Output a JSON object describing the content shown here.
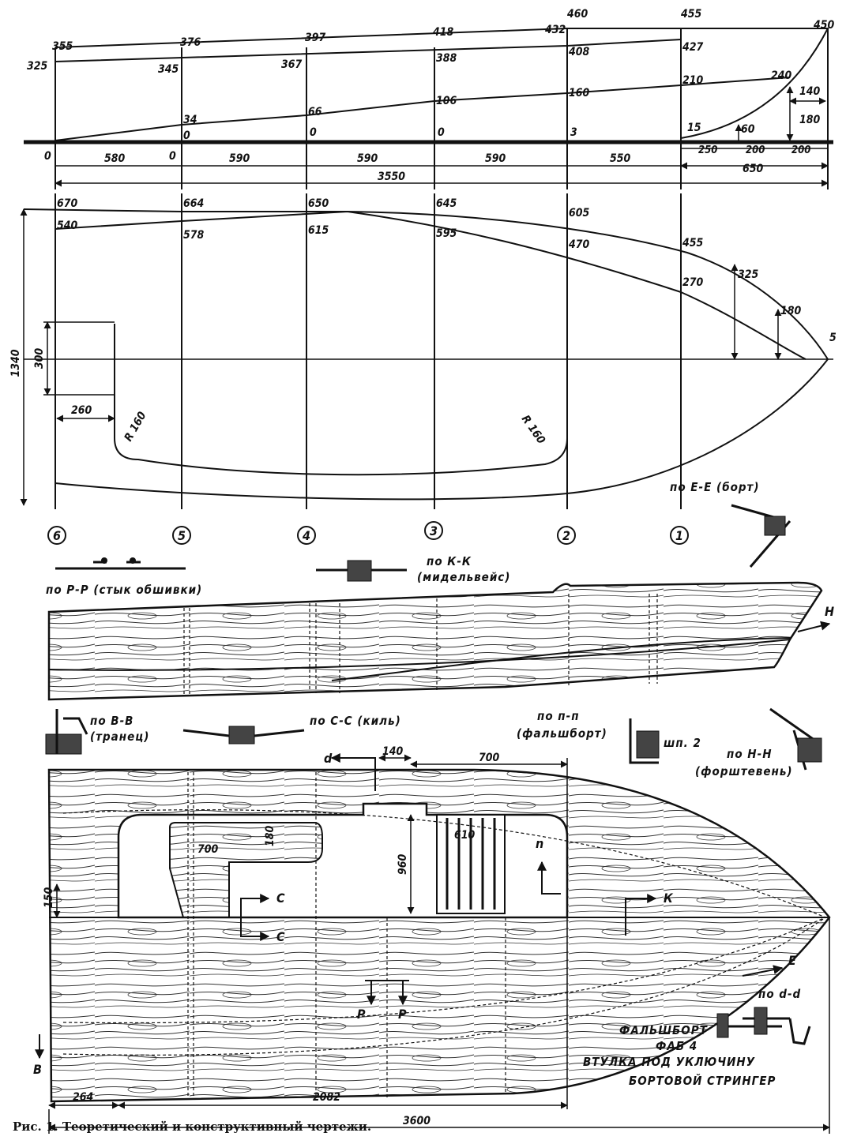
{
  "caption": "Рис. 1. Теоретический и конструктивный чертежи.",
  "profile": {
    "top_labels": [
      "355",
      "376",
      "397",
      "418",
      "432",
      "460",
      "455",
      "450"
    ],
    "sheer_left": "325",
    "inner_labels": [
      "345",
      "367",
      "388",
      "408",
      "427"
    ],
    "chine_labels": [
      "34",
      "66",
      "106",
      "160",
      "210",
      "240"
    ],
    "keel_labels": [
      "0",
      "0",
      "0",
      "3",
      "15"
    ],
    "bow_dims": [
      "140",
      "180",
      "60"
    ],
    "base_zeros": [
      "0",
      "0"
    ],
    "spacing_dims": [
      "580",
      "590",
      "590",
      "590",
      "550"
    ],
    "bow_spacing_dims": [
      "250",
      "200",
      "200"
    ],
    "total_length": "3550",
    "bow_total": "650"
  },
  "plan": {
    "sheer_labels": [
      "670",
      "664",
      "650",
      "645",
      "605",
      "455",
      "325"
    ],
    "chine_labels": [
      "540",
      "578",
      "615",
      "595",
      "470",
      "270",
      "180"
    ],
    "beam": "1340",
    "transom_cut": "300",
    "transom_offset": "260",
    "radius_aft": "R 160",
    "radius_fwd": "R 160",
    "bow_tip": "5"
  },
  "stations": [
    "6",
    "5",
    "4",
    "3",
    "2",
    "1"
  ],
  "sections": {
    "pp": "по Р-Р (стык обшивки)",
    "kk_1": "по К-К",
    "kk_2": "(мидельвейс)",
    "ee": "по Е-Е (борт)",
    "vv_1": "по В-В",
    "vv_2": "(транец)",
    "cc": "по С-С (киль)",
    "nn_1": "по п-п",
    "nn_2": "(фальшборт)",
    "shp": "шп. 2",
    "hh_1": "по Н-Н",
    "hh_2": "(форштевень)",
    "dd": "по d-d"
  },
  "side_view": {
    "arrow_h": "Н"
  },
  "top_view": {
    "dims": [
      "140",
      "700",
      "700",
      "180",
      "960",
      "610",
      "150",
      "264",
      "2082",
      "3600"
    ],
    "markers": [
      "d",
      "C",
      "C",
      "К",
      "n",
      "Е",
      "Р",
      "Р",
      "В"
    ]
  },
  "callouts": {
    "falshbort": "ФАЛЬШБОРТ",
    "fab": "ФАБ 4",
    "vtulka": "ВТУЛКА ПОД УКЛЮЧИНУ",
    "stringer": "БОРТОВОЙ СТРИНГЕР"
  }
}
